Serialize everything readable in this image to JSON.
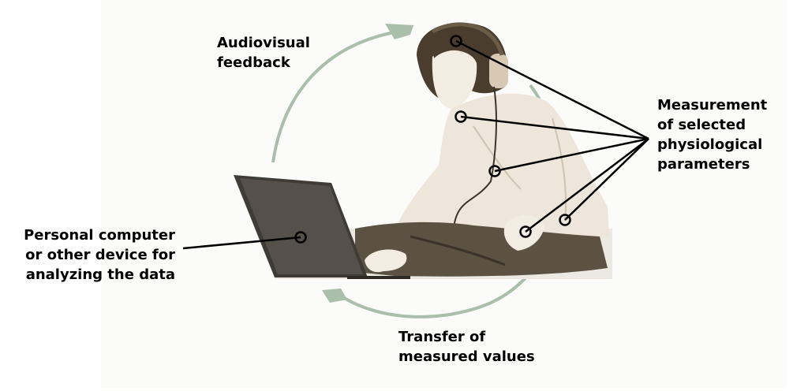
{
  "labels": {
    "feedback": {
      "line1": "Audiovisual",
      "line2": "feedback"
    },
    "measurement": {
      "line1": "Measurement",
      "line2": "of selected",
      "line3": "physiological",
      "line4": "parameters"
    },
    "computer": {
      "line1": "Personal computer",
      "line2": "or other device for",
      "line3": "analyzing the data"
    },
    "transfer": {
      "line1": "Transfer of",
      "line2": "measured values"
    }
  },
  "colors": {
    "cycle_arrow": "#a9bfaa",
    "photo_floor": "#ece9e2",
    "photo_shadow": "#8a7d6a",
    "hair": "#4a3d2e",
    "skin": "#f3ece2",
    "sweater": "#eee6da",
    "pants": "#5c5244",
    "laptop": "#3f3b35",
    "connector": "#000000"
  },
  "icons": [
    "arrow-head-icon",
    "sensor-dot-icon"
  ]
}
